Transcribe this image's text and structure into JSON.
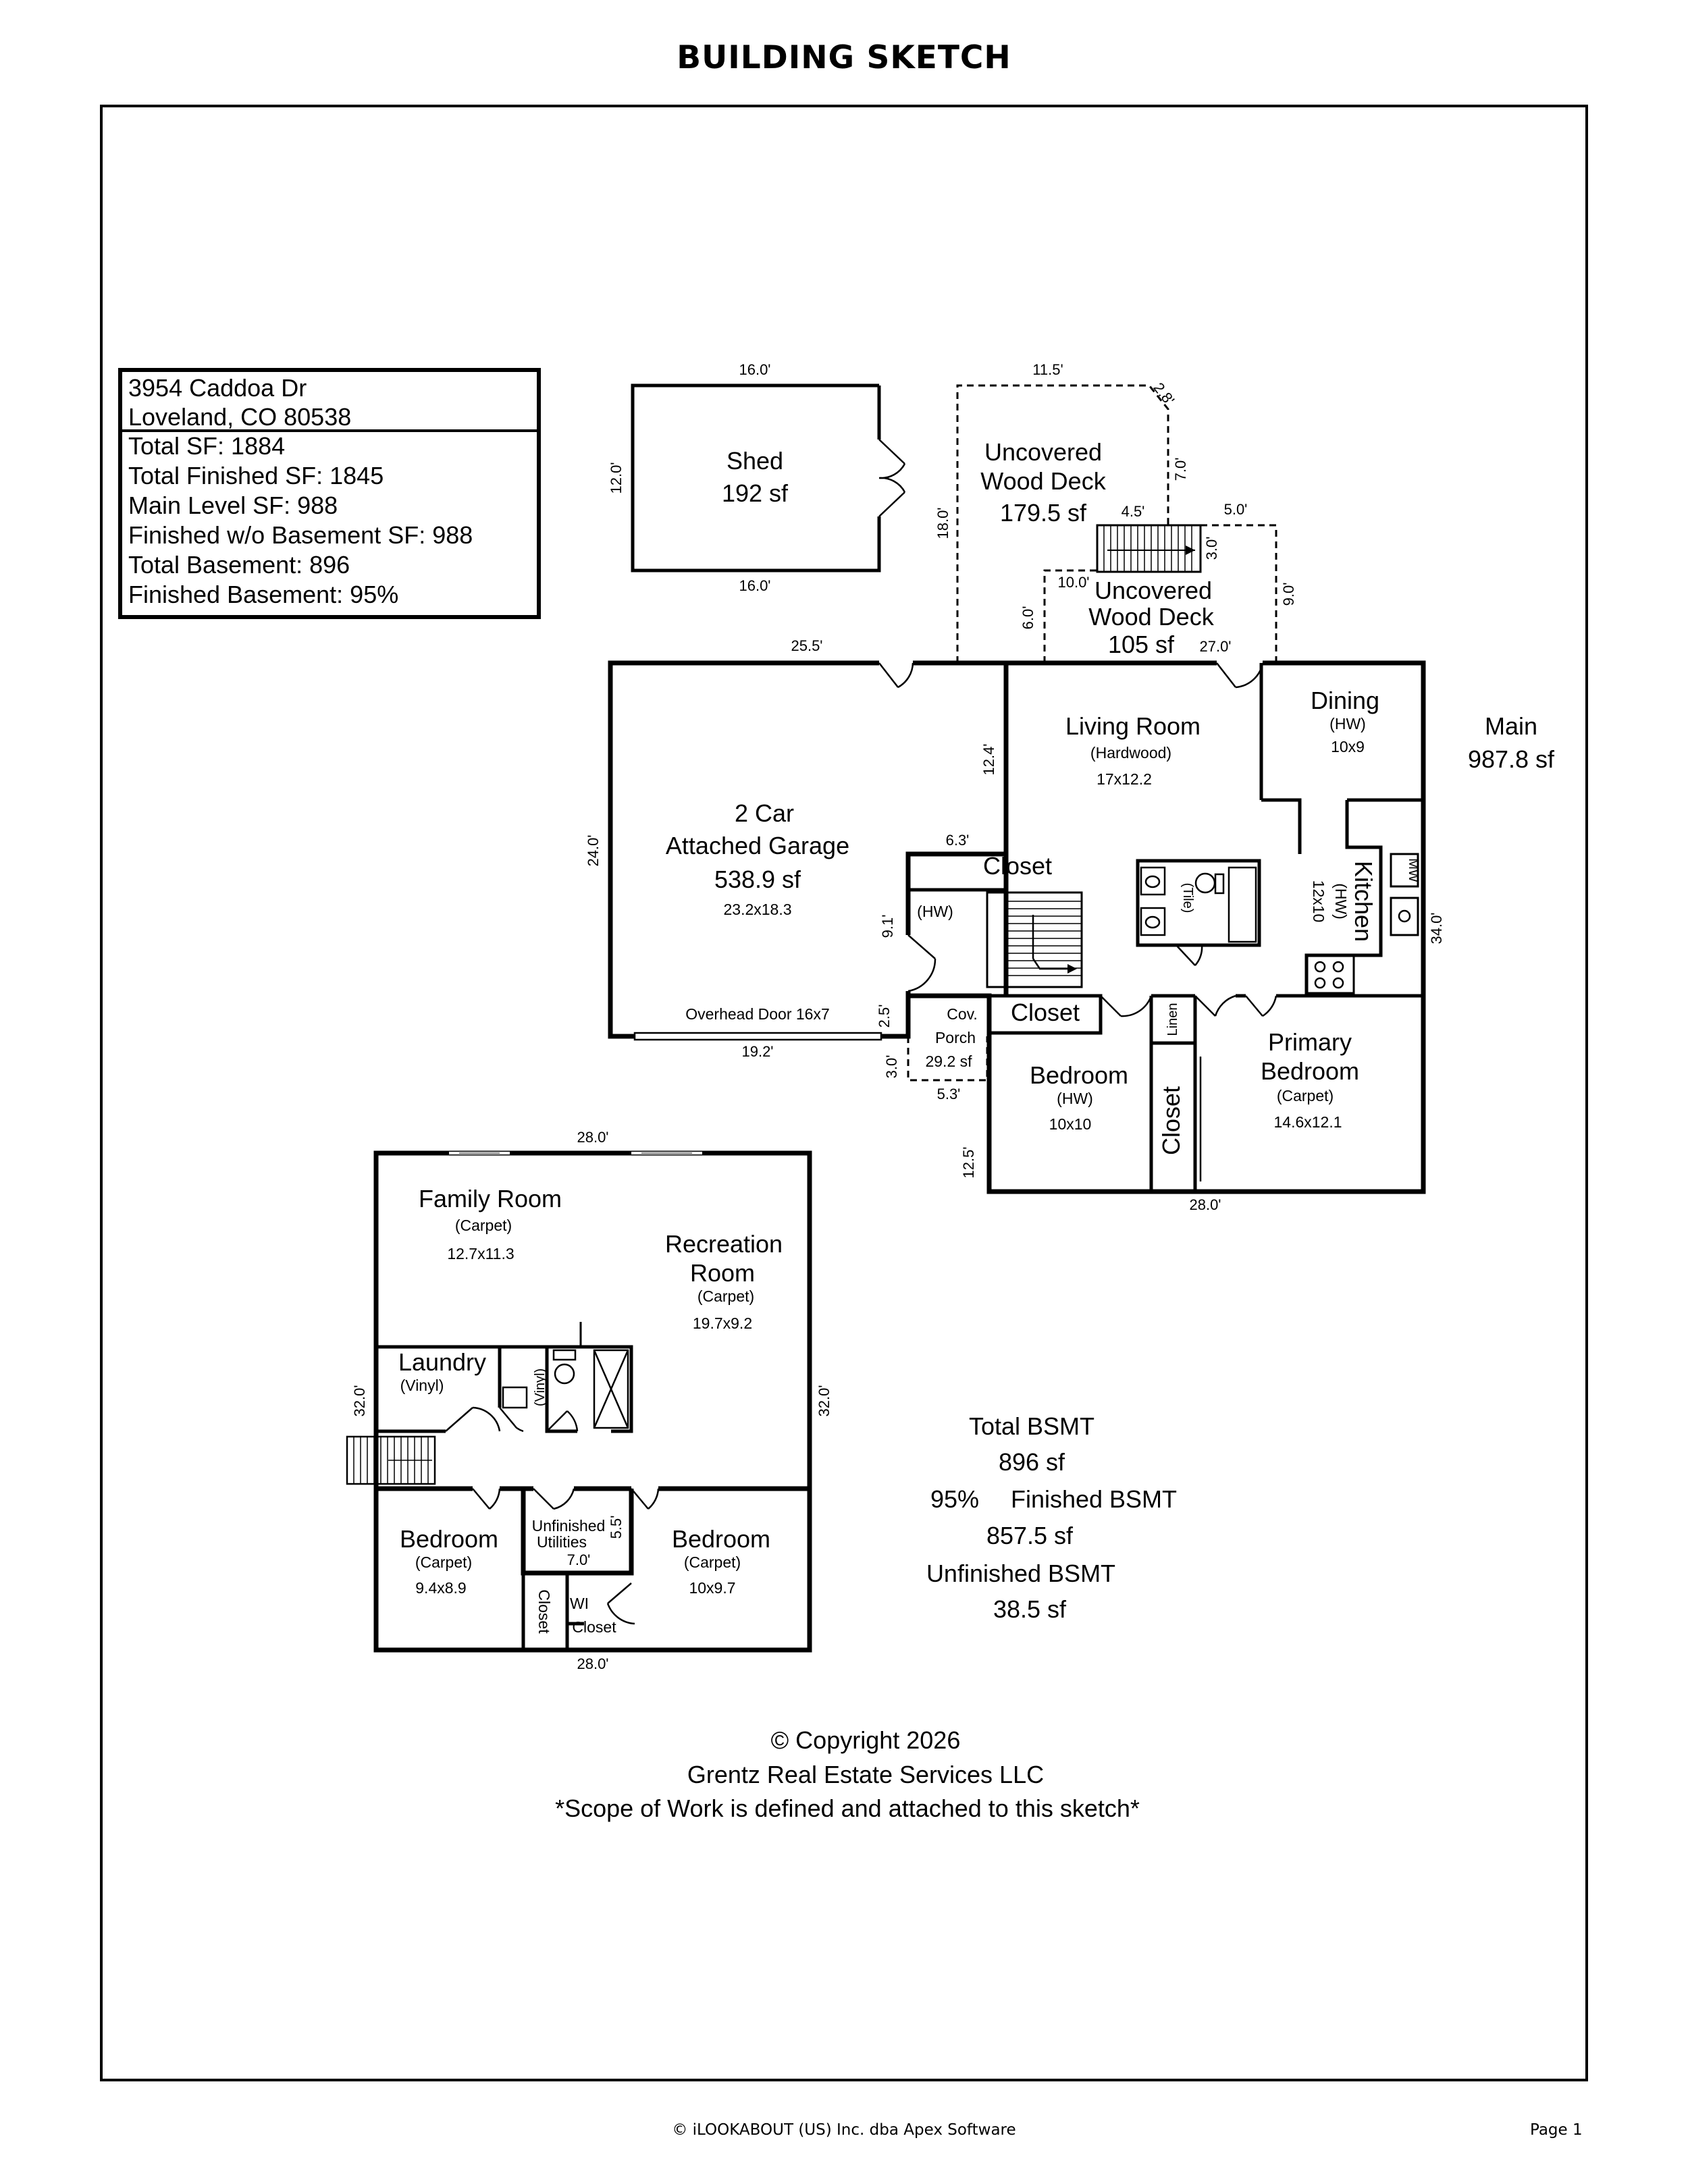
{
  "title": "BUILDING SKETCH",
  "info_box": {
    "address_line1": "3954 Caddoa Dr",
    "address_line2": "Loveland, CO 80538",
    "total_sf": "Total SF: 1884",
    "total_finished_sf": "Total Finished SF: 1845",
    "main_level_sf": "Main Level SF: 988",
    "finished_wo_basement_sf": "Finished w/o Basement SF: 988",
    "total_basement": "Total Basement: 896",
    "finished_basement": "Finished Basement: 95%"
  },
  "shed": {
    "name": "Shed",
    "area": "192 sf",
    "dims": {
      "top": "16.0'",
      "bottom": "16.0'",
      "left": "12.0'"
    }
  },
  "upper_deck": {
    "line1": "Uncovered",
    "line2": "Wood Deck",
    "area": "179.5 sf",
    "dims": {
      "top": "11.5'",
      "diag": "2.8'",
      "right": "7.0'",
      "left": "18.0'",
      "stair_top": "4.5'"
    }
  },
  "lower_deck": {
    "line1": "Uncovered",
    "line2": "Wood Deck",
    "area": "105 sf",
    "dims": {
      "top_right": "5.0'",
      "stair_side": "3.0'",
      "left_top": "10.0'",
      "right": "9.0'",
      "left": "6.0'",
      "bottom": "27.0'"
    }
  },
  "garage": {
    "line1": "2 Car",
    "line2": "Attached Garage",
    "area": "538.9 sf",
    "size": "23.2x18.3",
    "overhead_door": "Overhead Door 16x7",
    "dims": {
      "top": "25.5'",
      "left": "24.0'",
      "bottom": "19.2'",
      "right_upper": "12.4'",
      "notch": "6.3'",
      "closet_side": "9.1'"
    }
  },
  "main_level": {
    "label": "Main",
    "area": "987.8 sf",
    "dims": {
      "right": "34.0'",
      "bottom": "28.0'",
      "left_lower": "12.5'"
    },
    "rooms": {
      "living": {
        "name": "Living Room",
        "floor": "(Hardwood)",
        "size": "17x12.2"
      },
      "dining": {
        "name": "Dining",
        "floor": "(HW)",
        "size": "10x9"
      },
      "kitchen": {
        "name": "Kitchen",
        "floor": "(HW)",
        "size": "12x10",
        "mw": "MW"
      },
      "bath_floor": "(Tile)",
      "closet_hw": {
        "name": "Closet",
        "floor": "(HW)"
      },
      "closet_bed": "Closet",
      "linen": "Linen",
      "closet_primary": "Closet",
      "bedroom": {
        "name": "Bedroom",
        "floor": "(HW)",
        "size": "10x10"
      },
      "primary": {
        "line1": "Primary",
        "line2": "Bedroom",
        "floor": "(Carpet)",
        "size": "14.6x12.1"
      }
    }
  },
  "porch": {
    "line1": "Cov.",
    "line2": "Porch",
    "area": "29.2 sf",
    "dims": {
      "top": "2.5'",
      "side": "3.0'",
      "bottom": "5.3'"
    }
  },
  "basement": {
    "dims": {
      "top": "28.0'",
      "bottom": "28.0'",
      "left": "32.0'",
      "right": "32.0'"
    },
    "rooms": {
      "family": {
        "name": "Family Room",
        "floor": "(Carpet)",
        "size": "12.7x11.3"
      },
      "recreation": {
        "line1": "Recreation",
        "line2": "Room",
        "floor": "(Carpet)",
        "size": "19.7x9.2"
      },
      "laundry": {
        "name": "Laundry",
        "floor": "(Vinyl)"
      },
      "bath_floor": "(Vinyl)",
      "bedroom_left": {
        "name": "Bedroom",
        "floor": "(Carpet)",
        "size": "9.4x8.9"
      },
      "utilities": {
        "line1": "Unfinished",
        "line2": "Utilities",
        "width": "7.0'",
        "height": "5.5'"
      },
      "bedroom_right": {
        "name": "Bedroom",
        "floor": "(Carpet)",
        "size": "10x9.7"
      },
      "closet": "Closet",
      "wi_closet": {
        "line1": "WI",
        "line2": "Closet"
      }
    }
  },
  "bsmt_summary": {
    "total_label": "Total BSMT",
    "total": "896 sf",
    "finished_pct": "95%",
    "finished_label": "Finished BSMT",
    "finished": "857.5 sf",
    "unfinished_label": "Unfinished BSMT",
    "unfinished": "38.5 sf"
  },
  "copyright": {
    "line1": "© Copyright 2026",
    "line2": "Grentz Real Estate Services LLC",
    "line3": "*Scope of Work is defined and attached to this sketch*"
  },
  "footer": {
    "credit": "© iLOOKABOUT (US) Inc. dba Apex Software",
    "page": "Page 1"
  }
}
